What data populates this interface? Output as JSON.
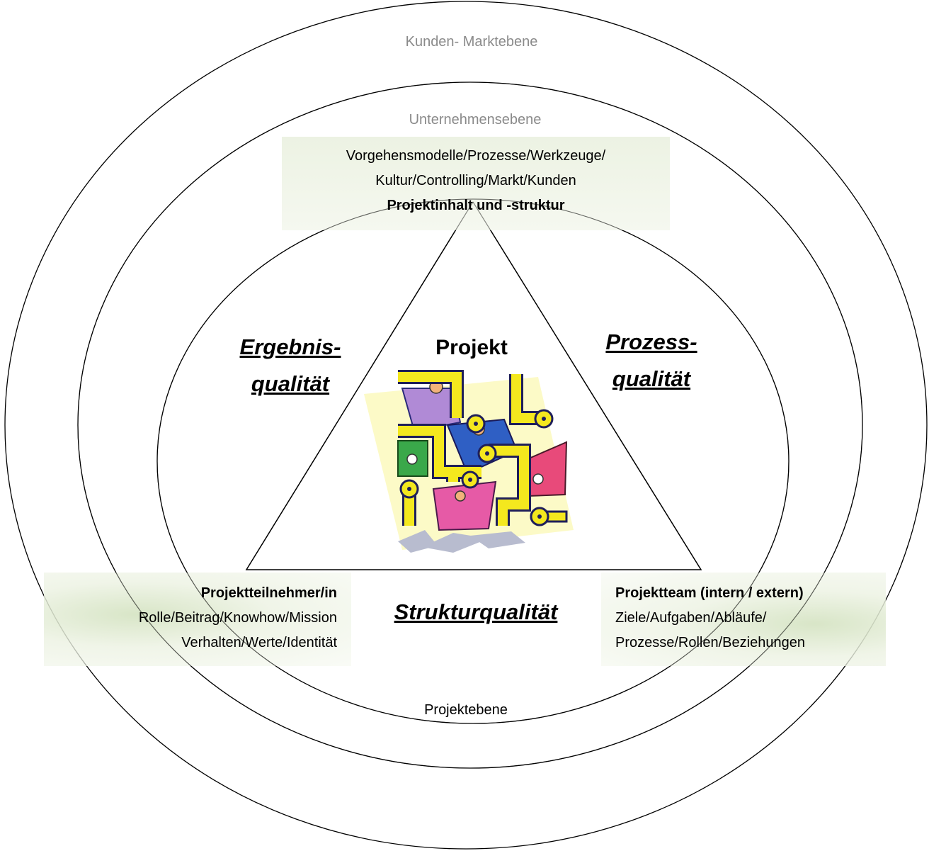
{
  "rings": {
    "outer_label": "Kunden- Marktebene",
    "middle_label": "Unternehmensebene",
    "inner_label": "Projektebene"
  },
  "top_box": {
    "line1": "Vorgehensmodelle/Prozesse/Werkzeuge/",
    "line2": "Kultur/Controlling/Markt/Kunden",
    "line3": "Projektinhalt und -struktur"
  },
  "left_box": {
    "line1": "Projektteilnehmer/in",
    "line2": "Rolle/Beitrag/Knowhow/Mission",
    "line3": "Verhalten/Werte/Identität"
  },
  "right_box": {
    "line1": "Projektteam (intern / extern)",
    "line2": "Ziele/Aufgaben/Abläufe/",
    "line3": "Prozesse/Rollen/Beziehungen"
  },
  "qualities": {
    "ergebnis_line1": "Ergebnis-",
    "ergebnis_line2": "qualität",
    "prozess_line1": "Prozess-",
    "prozess_line2": "qualität",
    "struktur": "Strukturqualität"
  },
  "center": {
    "title": "Projekt",
    "image_icon": "team-puzzle-clipart-icon"
  },
  "colors": {
    "ring_stroke": "#000000",
    "ring_label_gray": "#8a8a8a",
    "box_green": "#e3ecd6"
  }
}
